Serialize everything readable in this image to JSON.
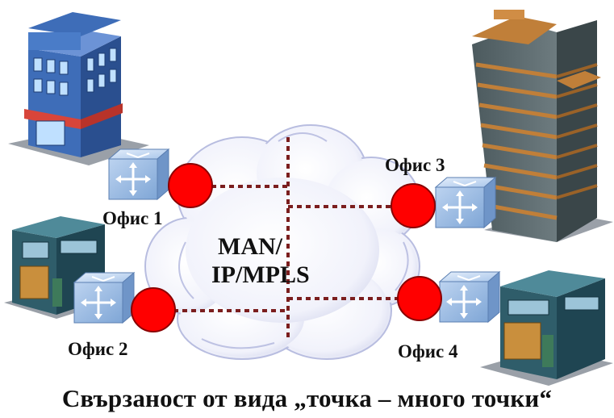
{
  "cloud": {
    "line1": "MAN/",
    "line2": "IP/MPLS"
  },
  "offices": [
    {
      "label": "Офис 1"
    },
    {
      "label": "Офис 2"
    },
    {
      "label": "Офис 3"
    },
    {
      "label": "Офис 4"
    }
  ],
  "caption": "Свързаност от вида „точка – много точки“",
  "colors": {
    "node": "#ff0000",
    "link": "#7b1e1e",
    "switch": "#8fb6e2",
    "cloud": "#eef0fa"
  }
}
